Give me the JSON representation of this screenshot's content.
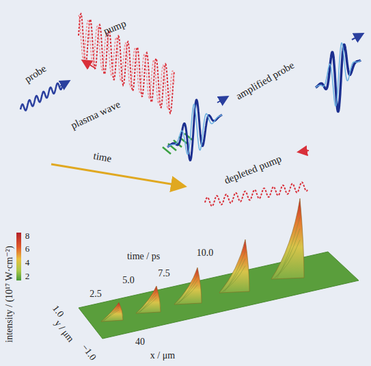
{
  "diagram": {
    "labels": [
      "probe",
      "pump",
      "plasma wave",
      "amplified probe",
      "depleted pump",
      "time",
      "intensity / (10¹⁷ W·cm⁻²)",
      "8",
      "6",
      "4",
      "2",
      "time / ps",
      "2.5",
      "5.0",
      "7.5",
      "10.0",
      "1.0",
      "y / μm",
      "−1.0",
      "40",
      "x / μm"
    ]
  }
}
